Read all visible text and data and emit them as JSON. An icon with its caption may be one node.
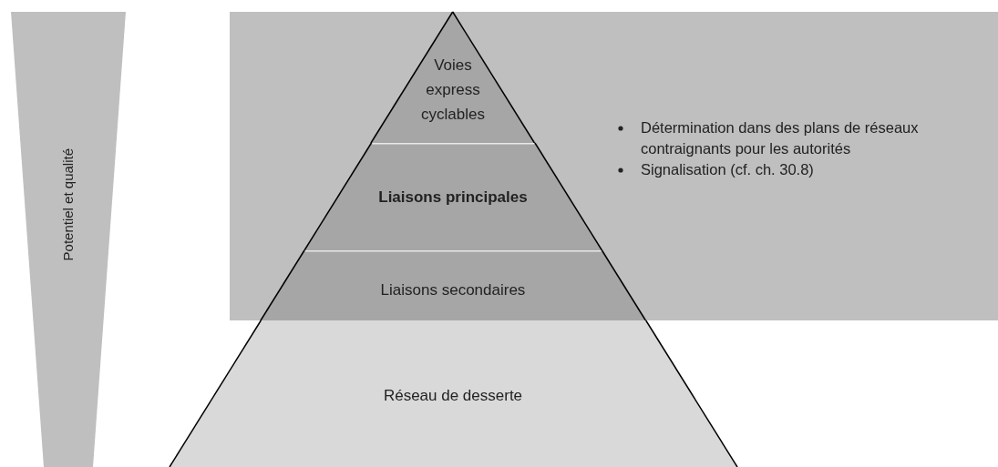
{
  "diagram": {
    "nodes": [
      {
        "text": [
          "Détermination dans des plans de réseaux contraignants pour les autorités",
          "Signalisation (cf. ch. 30.8)"
        ]
      },
      {
        "text": [
          "Voies express cyclables"
        ],
        "in": 0
      },
      {
        "text": [
          "Liaisons principales"
        ],
        "in": 0
      },
      {
        "text": [
          "Liaisons secondaires"
        ],
        "in": 0
      },
      {
        "text": [
          "Réseau de desserte"
        ]
      },
      {
        "text": [
          "Potentiel et qualité"
        ]
      }
    ]
  }
}
